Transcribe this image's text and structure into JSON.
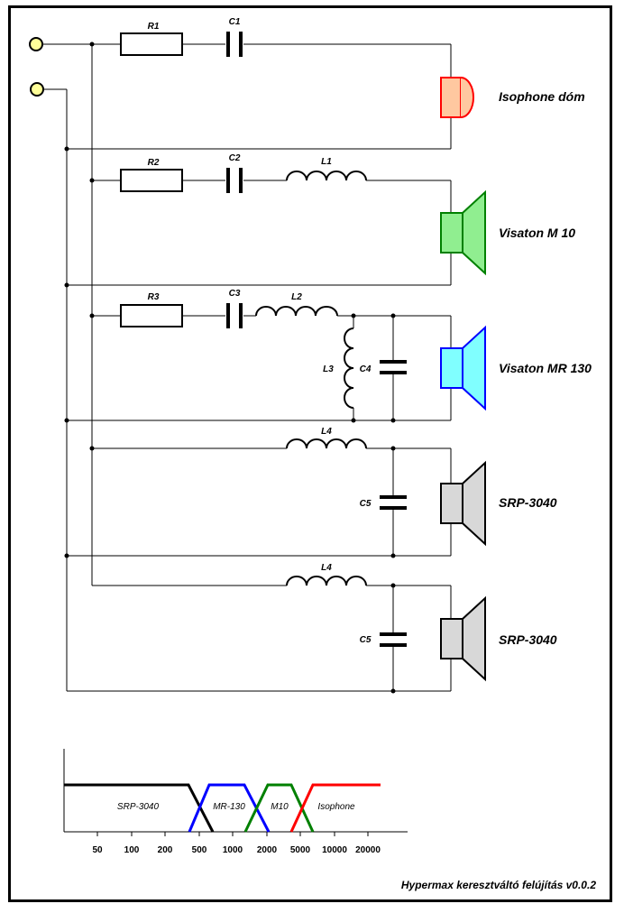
{
  "components": {
    "r1": "R1",
    "c1": "C1",
    "r2": "R2",
    "c2": "C2",
    "l1": "L1",
    "r3": "R3",
    "c3": "C3",
    "l2": "L2",
    "l3": "L3",
    "c4": "C4",
    "l4a": "L4",
    "c5a": "C5",
    "l4b": "L4",
    "c5b": "C5"
  },
  "speakers": {
    "s1": "Isophone dóm",
    "s2": "Visaton M 10",
    "s3": "Visaton MR 130",
    "s4": "SRP-3040",
    "s5": "SRP-3040"
  },
  "colors": {
    "isophone": "#ff0000",
    "isophone_fill": "#ffc8a0",
    "m10": "#008000",
    "m10_fill": "#90ee90",
    "mr130": "#0000ff",
    "mr130_fill": "#80ffff",
    "srp": "#000000",
    "srp_fill": "#d8d8d8",
    "terminal_fill": "#ffff99"
  },
  "chart": {
    "ticks": [
      "50",
      "100",
      "200",
      "500",
      "1000",
      "2000",
      "5000",
      "10000",
      "20000"
    ],
    "bands": [
      "SRP-3040",
      "MR-130",
      "M10",
      "Isophone"
    ]
  },
  "footer": "Hypermax keresztváltó felújítás v0.0.2"
}
